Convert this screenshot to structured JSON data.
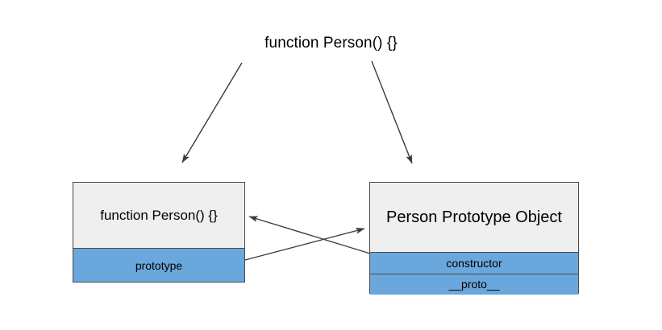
{
  "diagram": {
    "title_label": "function Person() {}",
    "background_color": "#ffffff",
    "header_fill": "#efefef",
    "row_fill": "#6aa7dc",
    "border_color": "#4a4a4a",
    "arrow_color": "#3c3c3c",
    "left_box": {
      "header": "function Person() {}",
      "rows": [
        {
          "label": "prototype"
        }
      ]
    },
    "right_box": {
      "header": "Person Prototype Object",
      "rows": [
        {
          "label": "constructor"
        },
        {
          "label": "__proto__"
        }
      ]
    }
  }
}
